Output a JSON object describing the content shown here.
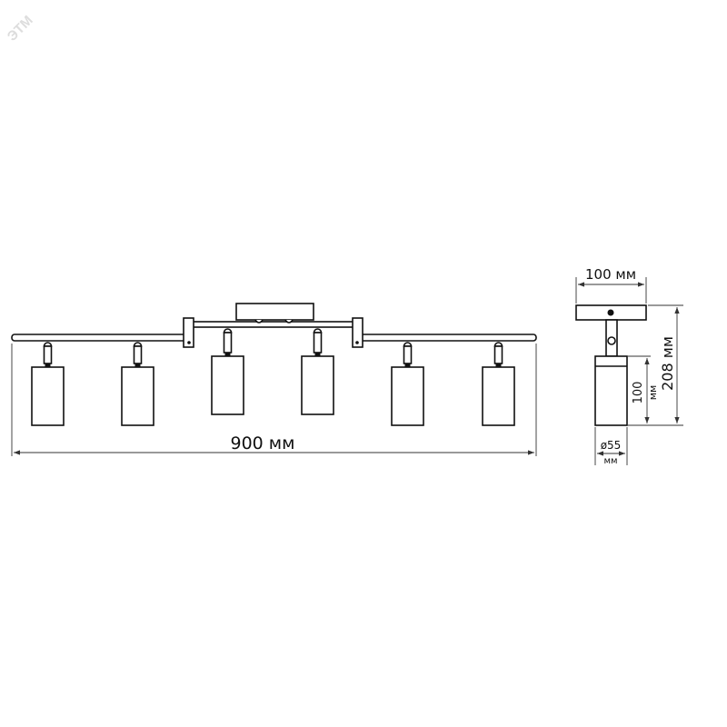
{
  "watermark": "ЭТМ",
  "front_view": {
    "width_label": "900 мм",
    "lamp_count": 6
  },
  "side_view": {
    "canopy_width_label": "100 мм",
    "total_height_label": "208 мм",
    "shade_height_value": "100",
    "shade_height_unit": "мм",
    "diameter_value": "ø55",
    "diameter_unit": "мм"
  }
}
